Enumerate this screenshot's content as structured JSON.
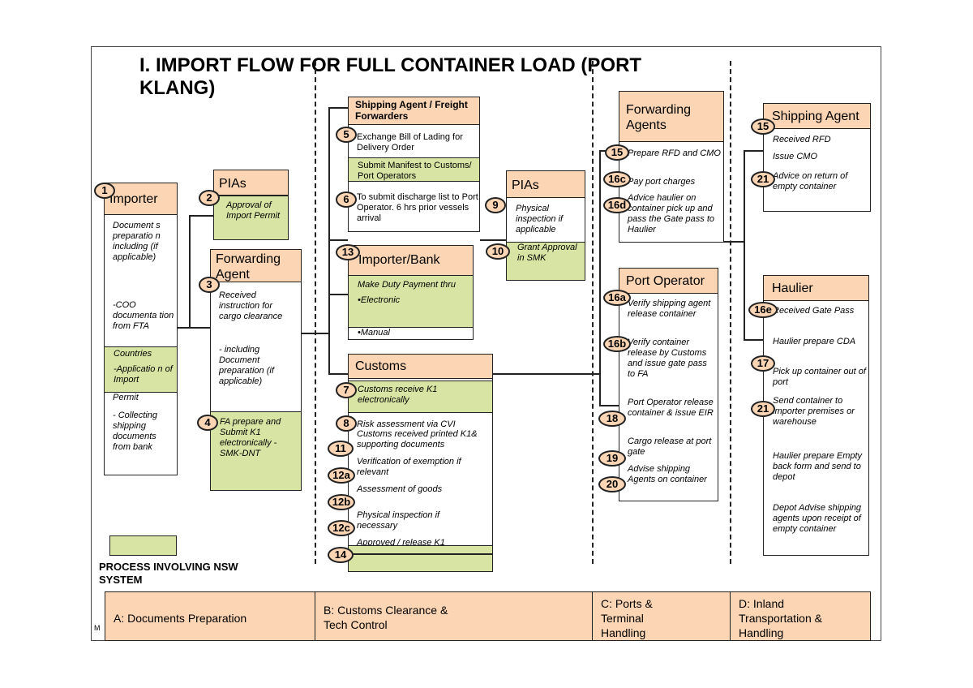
{
  "title_line1": "I. IMPORT FLOW FOR FULL CONTAINER LOAD (PORT",
  "title_line2": "KLANG)",
  "importer": {
    "header": "Importer",
    "text1": "Document s preparatio n including (if applicable)",
    "text2": "-COO documenta tion from FTA",
    "green1": "Countries",
    "green2": "-Applicatio n of Import",
    "text3": "Permit",
    "text4": "- Collecting shipping documents from bank"
  },
  "pias1": {
    "header": "PIAs",
    "text": "Approval of Import Permit"
  },
  "fwd_agent": {
    "header": "Forwarding Agent",
    "text1": "Received instruction for cargo clearance",
    "text2": "- including Document preparation (if applicable)",
    "green": "FA prepare and Submit K1 electronically - SMK-DNT"
  },
  "shipping_agent_ff": {
    "header": "Shipping Agent / Freight Forwarders",
    "text1": "Exchange Bill of Lading for Delivery Order",
    "green": "Submit Manifest to Customs/ Port Operators",
    "text2": "To submit discharge list to Port Operator. 6 hrs prior vessels arrival"
  },
  "pias2": {
    "header": "PIAs",
    "text": "Physical inspection if applicable",
    "green": "Grant Approval in SMK"
  },
  "importer_bank": {
    "header": "Importer/Bank",
    "line1": "Make Duty Payment thru",
    "line2": "•Electronic",
    "line3": "•Manual"
  },
  "customs": {
    "header": "Customs",
    "green": "Customs receive K1 electronically",
    "l1": "Risk assessment via CVI",
    "l2": "Customs received printed K1& supporting documents",
    "l3": "Verification of exemption if relevant",
    "l4": "Assessment of goods",
    "l5": "Physical inspection if necessary",
    "l6": "Approved / release K1"
  },
  "fwd_agents2": {
    "header": "Forwarding Agents",
    "l1": "Prepare RFD and CMO",
    "l2": "Pay port charges",
    "l3": "Advice haulier on container pick up and pass the Gate pass to Haulier"
  },
  "port_operator": {
    "header": "Port Operator",
    "l1": "Verify shipping agent release container",
    "l2": "Verify container release by Customs and issue gate pass to FA",
    "l3": "Port Operator release container & issue EIR",
    "l4": "Cargo release at port gate",
    "l5": "Advise shipping Agents on container"
  },
  "shipping_agent2": {
    "header": "Shipping Agent",
    "l1": "Received RFD",
    "l2": "Issue CMO",
    "l3": "Advice on return of empty container"
  },
  "haulier": {
    "header": "Haulier",
    "l1": "Received Gate Pass",
    "l2": "Haulier prepare CDA",
    "l3": "Pick up container out of port",
    "l4": "Send container to importer premises or warehouse",
    "l5": "Haulier prepare Empty back form and send to depot",
    "l6": "Depot Advise shipping agents upon receipt of empty container"
  },
  "badges": {
    "b1": "1",
    "b2": "2",
    "b3": "3",
    "b4": "4",
    "b5": "5",
    "b6": "6",
    "b7": "7",
    "b8": "8",
    "b9": "9",
    "b10": "10",
    "b11": "11",
    "b12a": "12a",
    "b12b": "12b",
    "b12c": "12c",
    "b13": "13",
    "b14": "14",
    "b15a": "15",
    "b15b": "15",
    "b16c": "16c",
    "b16d": "16d",
    "b16a": "16a",
    "b16b": "16b",
    "b18": "18",
    "b19": "19",
    "b20": "20",
    "b21a": "21",
    "b16e": "16e",
    "b17": "17",
    "b21b": "21"
  },
  "legend": {
    "line1": "PROCESS INVOLVING NSW",
    "line2": "SYSTEM"
  },
  "zones": {
    "a": "A: Documents Preparation",
    "b": "B: Customs Clearance & Tech Control",
    "c": "C: Ports & Terminal Handling",
    "d": "D: Inland Transportation & Handling"
  },
  "corner_letter": "M",
  "colors": {
    "header_fill": "#fcd5b4",
    "nsw_green": "#d7e4a3"
  }
}
